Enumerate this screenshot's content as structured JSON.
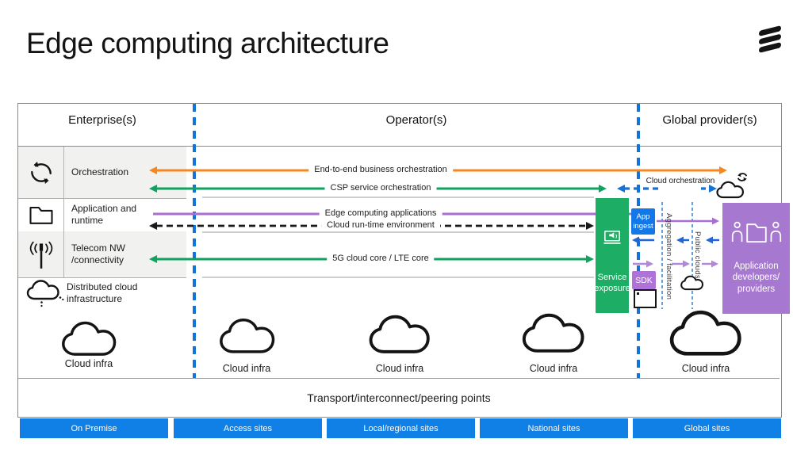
{
  "page": {
    "title": "Edge computing architecture",
    "logo": "ericsson-logo"
  },
  "columns": [
    {
      "label": "Enterprise(s)"
    },
    {
      "label": "Operator(s)"
    },
    {
      "label": "Global provider(s)"
    }
  ],
  "rows": [
    {
      "label": "Orchestration",
      "icon": "sync-icon"
    },
    {
      "label": "Application and runtime",
      "icon": "folder-icon"
    },
    {
      "label": "Telecom NW /connectivity",
      "icon": "antenna-icon"
    },
    {
      "label": "Distributed cloud infrastructure",
      "icon": "cloud-dotted-icon"
    }
  ],
  "flows": [
    {
      "label": "End-to-end business orchestration",
      "color": "#F6871F",
      "style": "solid"
    },
    {
      "label": "CSP service orchestration",
      "color": "#10A35F",
      "style": "solid"
    },
    {
      "label": "Edge computing applications",
      "color": "#A96FD0",
      "style": "solid"
    },
    {
      "label": "Cloud run-time environment",
      "color": "#1A1A1A",
      "style": "dashed"
    },
    {
      "label": "5G cloud core / LTE core",
      "color": "#10A35F",
      "style": "solid"
    }
  ],
  "right_panel": {
    "cloud_orchestration": "Cloud orchestration",
    "service_exposure": "Service exposure",
    "app_ingest": "App ingest",
    "sdk": "SDK",
    "aggregation": "Aggregation / facilitation",
    "public_clouds": "Public clouds",
    "app_developers": "Application developers/ providers"
  },
  "cloud_infra": [
    "Cloud infra",
    "Cloud infra",
    "Cloud infra",
    "Cloud infra",
    "Cloud infra"
  ],
  "transport": {
    "label": "Transport/interconnect/peering points"
  },
  "sites": [
    "On Premise",
    "Access sites",
    "Local/regional sites",
    "National sites",
    "Global sites"
  ],
  "colors": {
    "accent_orange": "#F6871F",
    "accent_green": "#10A35F",
    "accent_purple": "#A96FD0",
    "accent_blue": "#1377E8",
    "divider_blue": "#1472D8",
    "box_green": "#1EAD64",
    "box_purple": "#A678D0",
    "bar_blue": "#107FE6"
  }
}
